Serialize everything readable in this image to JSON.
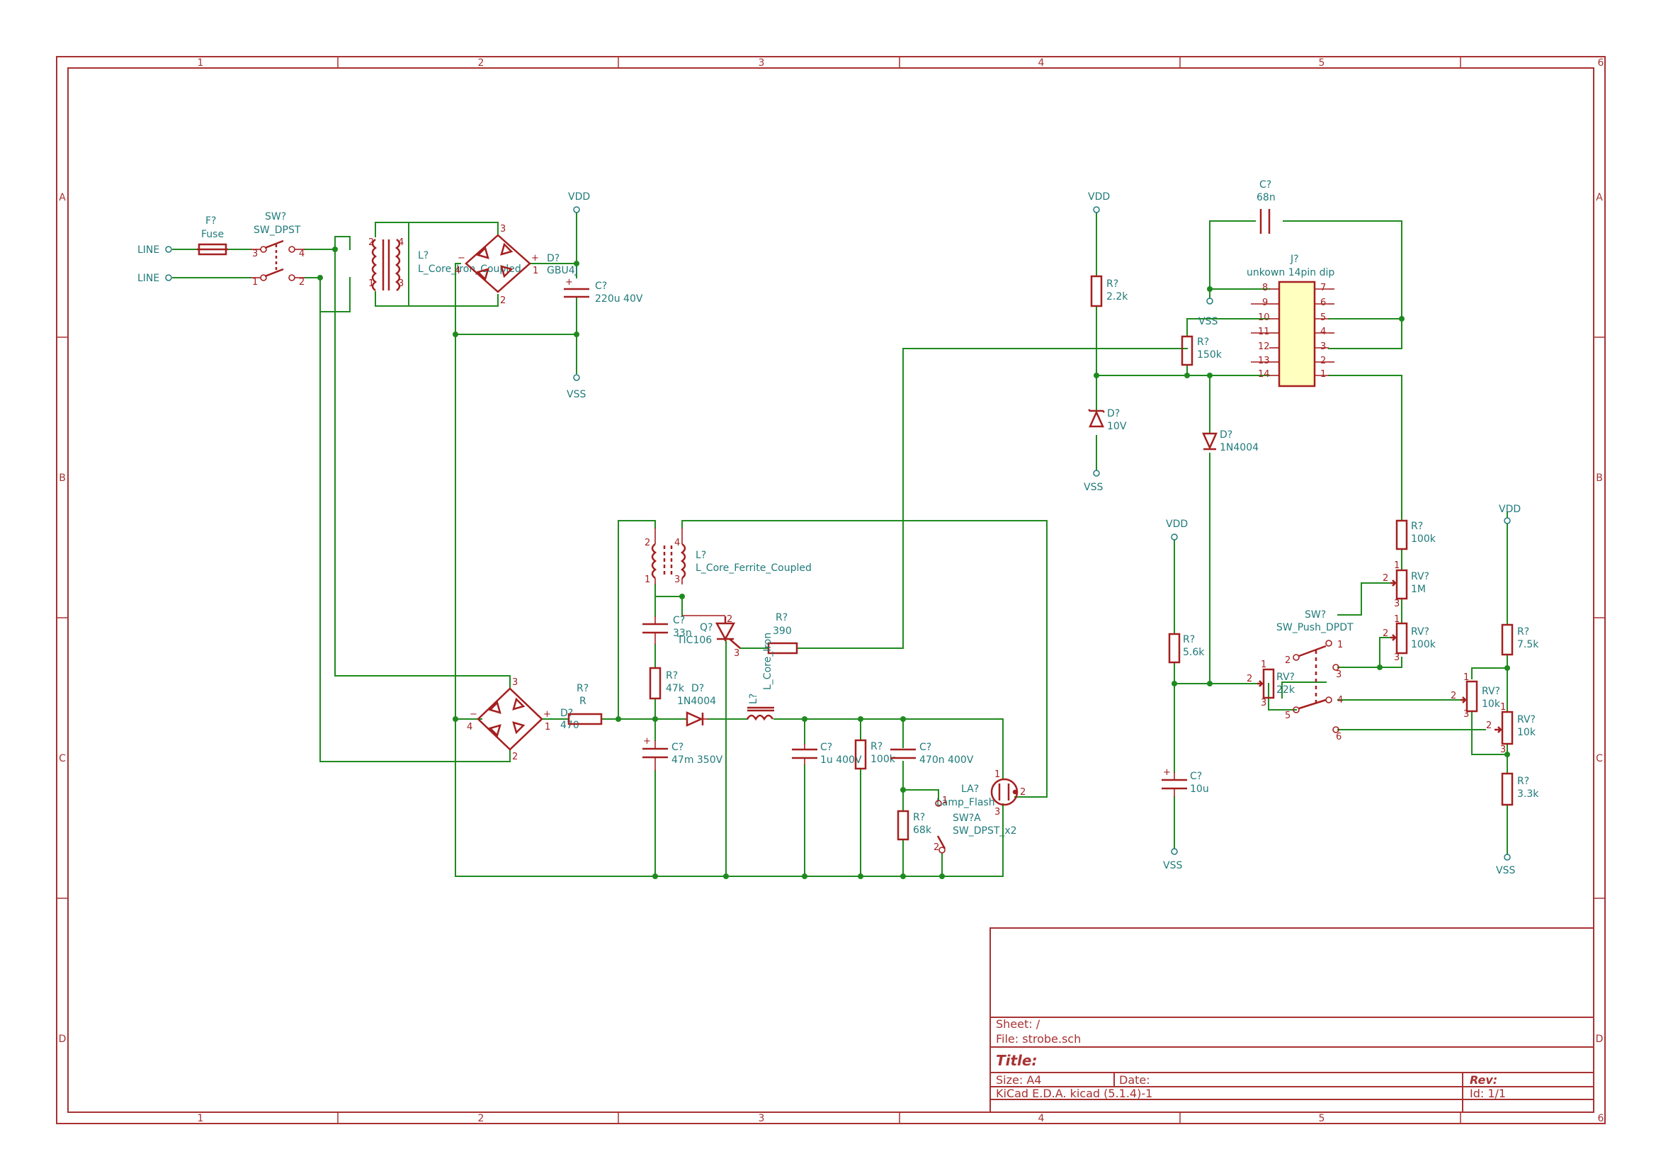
{
  "schematic": {
    "frame": {
      "columns": [
        "1",
        "2",
        "3",
        "4",
        "5",
        "6"
      ],
      "rows": [
        "A",
        "B",
        "C",
        "D"
      ]
    },
    "power_labels": {
      "line_1": "LINE",
      "line_2": "LINE",
      "vdd_1": "VDD",
      "vss_1": "VSS",
      "vdd_2": "VDD",
      "vss_2": "VSS",
      "vdd_3": "VDD",
      "vss_3": "VSS",
      "vdd_4": "VDD",
      "vss_4": "VSS",
      "vss_5": "VSS"
    },
    "components": {
      "fuse": {
        "ref": "F?",
        "value": "Fuse"
      },
      "sw_dpst": {
        "ref": "SW?",
        "value": "SW_DPST"
      },
      "l_iron": {
        "ref": "L?",
        "value": "L_Core_Iron_Coupled"
      },
      "bridge_1": {
        "ref": "D?",
        "value": "GBU4J"
      },
      "c_220u": {
        "ref": "C?",
        "value": "220u 40V"
      },
      "l_ferrite": {
        "ref": "L?",
        "value": "L_Core_Ferrite_Coupled"
      },
      "c_33n": {
        "ref": "C?",
        "value": "33n"
      },
      "q_scr": {
        "ref": "Q?",
        "value": "TIC106"
      },
      "r_390": {
        "ref": "R?",
        "value": "390"
      },
      "r_47k": {
        "ref": "R?",
        "value": "47k"
      },
      "d_1n4004_a": {
        "ref": "D?",
        "value": "1N4004"
      },
      "bridge_2": {
        "ref": "D?",
        "value": "470"
      },
      "r_r": {
        "ref": "R?",
        "value": "R"
      },
      "c_47m": {
        "ref": "C?",
        "value": "47m 350V"
      },
      "l_iron_2": {
        "ref": "L?",
        "value": "L_Core_Iron"
      },
      "c_1u": {
        "ref": "C?",
        "value": "1u 400V"
      },
      "r_100k_a": {
        "ref": "R?",
        "value": "100k"
      },
      "c_470n": {
        "ref": "C?",
        "value": "470n 400V"
      },
      "lamp": {
        "ref": "LA?",
        "value": "Lamp_Flash"
      },
      "r_68k": {
        "ref": "R?",
        "value": "68k"
      },
      "sw_a": {
        "ref": "SW?A",
        "value": "SW_DPST_x2"
      },
      "r_2k2": {
        "ref": "R?",
        "value": "2.2k"
      },
      "d_10v": {
        "ref": "D?",
        "value": "10V"
      },
      "c_68n": {
        "ref": "C?",
        "value": "68n"
      },
      "j_ic": {
        "ref": "J?",
        "value": "unkown 14pin dip"
      },
      "r_150k": {
        "ref": "R?",
        "value": "150k"
      },
      "d_1n4004_b": {
        "ref": "D?",
        "value": "1N4004"
      },
      "r_100k_b": {
        "ref": "R?",
        "value": "100k"
      },
      "rv_1m": {
        "ref": "RV?",
        "value": "1M"
      },
      "rv_100k": {
        "ref": "RV?",
        "value": "100k"
      },
      "sw_push": {
        "ref": "SW?",
        "value": "SW_Push_DPDT"
      },
      "r_5k6": {
        "ref": "R?",
        "value": "5.6k"
      },
      "rv_22k": {
        "ref": "RV?",
        "value": "22k"
      },
      "c_10u": {
        "ref": "C?",
        "value": "10u"
      },
      "r_7k5": {
        "ref": "R?",
        "value": "7.5k"
      },
      "rv_10k_a": {
        "ref": "RV?",
        "value": "10k"
      },
      "rv_10k_b": {
        "ref": "RV?",
        "value": "10k"
      },
      "r_3k3": {
        "ref": "R?",
        "value": "3.3k"
      }
    },
    "ic_pins": {
      "left": [
        "8",
        "9",
        "10",
        "11",
        "12",
        "13",
        "14"
      ],
      "right": [
        "7",
        "6",
        "5",
        "4",
        "3",
        "2",
        "1"
      ]
    }
  },
  "title_block": {
    "sheet": "Sheet: /",
    "file": "File: strobe.sch",
    "title": "Title:",
    "size": "Size: A4",
    "date": "Date:",
    "rev": "Rev:",
    "tool": "KiCad E.D.A.  kicad (5.1.4)-1",
    "id": "Id: 1/1"
  }
}
